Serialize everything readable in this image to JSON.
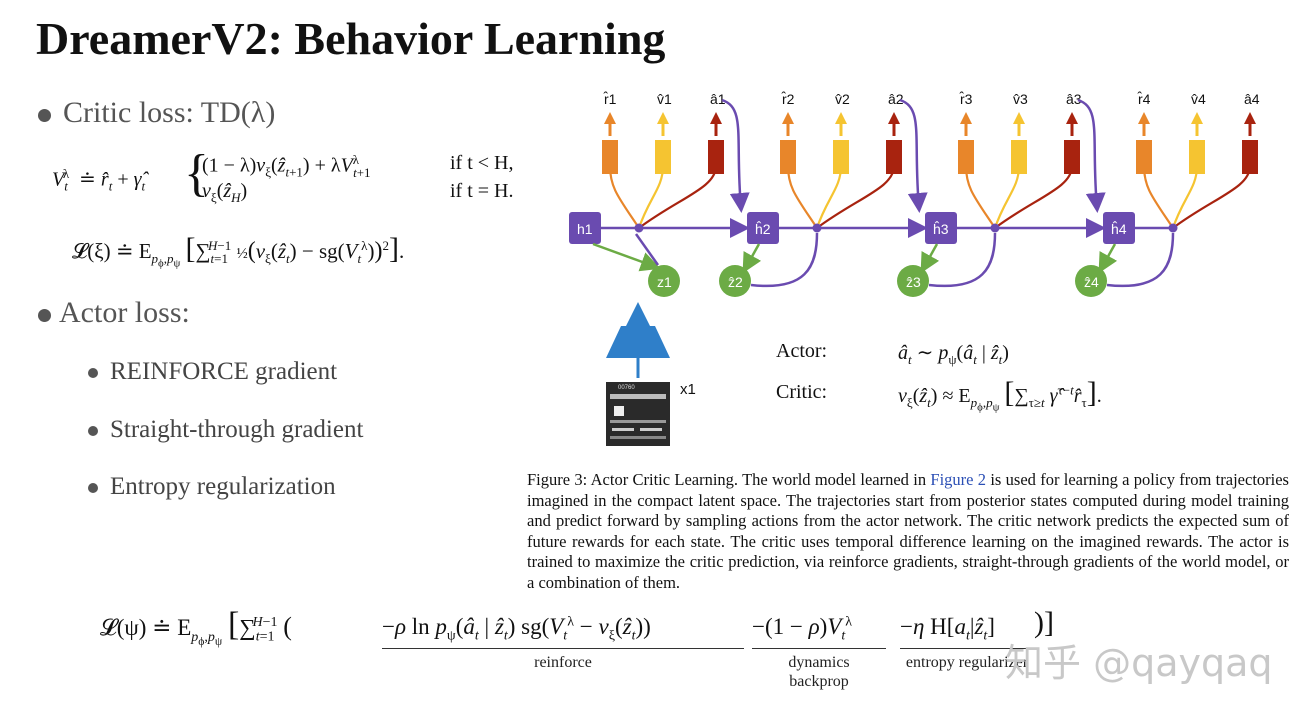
{
  "slide": {
    "title": "DreamerV2: Behavior Learning",
    "bullets": {
      "critic": "Critic loss: TD(λ)",
      "actor": "Actor loss:",
      "actor_items": [
        "REINFORCE gradient",
        "Straight-through gradient",
        "Entropy regularization"
      ]
    }
  },
  "equations": {
    "critic_lambda_cond1": "if   t < H,",
    "critic_lambda_cond2": "if   t = H.",
    "actor_label": "Actor:",
    "critic_label": "Critic:",
    "reinforce_label": "reinforce",
    "dynamics_label_1": "dynamics",
    "dynamics_label_2": "backprop",
    "entropy_label": "entropy regularizer"
  },
  "diagram": {
    "colors": {
      "reward": "#e8862a",
      "value": "#f5c431",
      "action": "#a8230f",
      "deterministic": "#6a4bb0",
      "stochastic": "#6cab45",
      "encoder": "#2f7fc9"
    },
    "steps": [
      {
        "r": "r̂1",
        "v": "v̂1",
        "a": "â1",
        "h": "h1",
        "z": "z1"
      },
      {
        "r": "r̂2",
        "v": "v̂2",
        "a": "â2",
        "h": "ĥ2",
        "z": "ẑ2"
      },
      {
        "r": "r̂3",
        "v": "v̂3",
        "a": "â3",
        "h": "ĥ3",
        "z": "ẑ3"
      },
      {
        "r": "r̂4",
        "v": "v̂4",
        "a": "â4",
        "h": "ĥ4",
        "z": "ẑ4"
      }
    ],
    "observation_label": "x1",
    "obs_score": "00760"
  },
  "caption": {
    "prefix": "Figure 3: Actor Critic Learning. The world model learned in ",
    "ref": "Figure 2",
    "suffix": " is used for learning a policy from trajectories imagined in the compact latent space. The trajectories start from posterior states computed during model training and predict forward by sampling actions from the actor network. The critic network predicts the expected sum of future rewards for each state. The critic uses temporal difference learning on the imagined rewards. The actor is trained to maximize the critic prediction, via reinforce gradients, straight-through gradients of the world model, or a combination of them."
  },
  "watermark": "知乎 @qayqaq"
}
